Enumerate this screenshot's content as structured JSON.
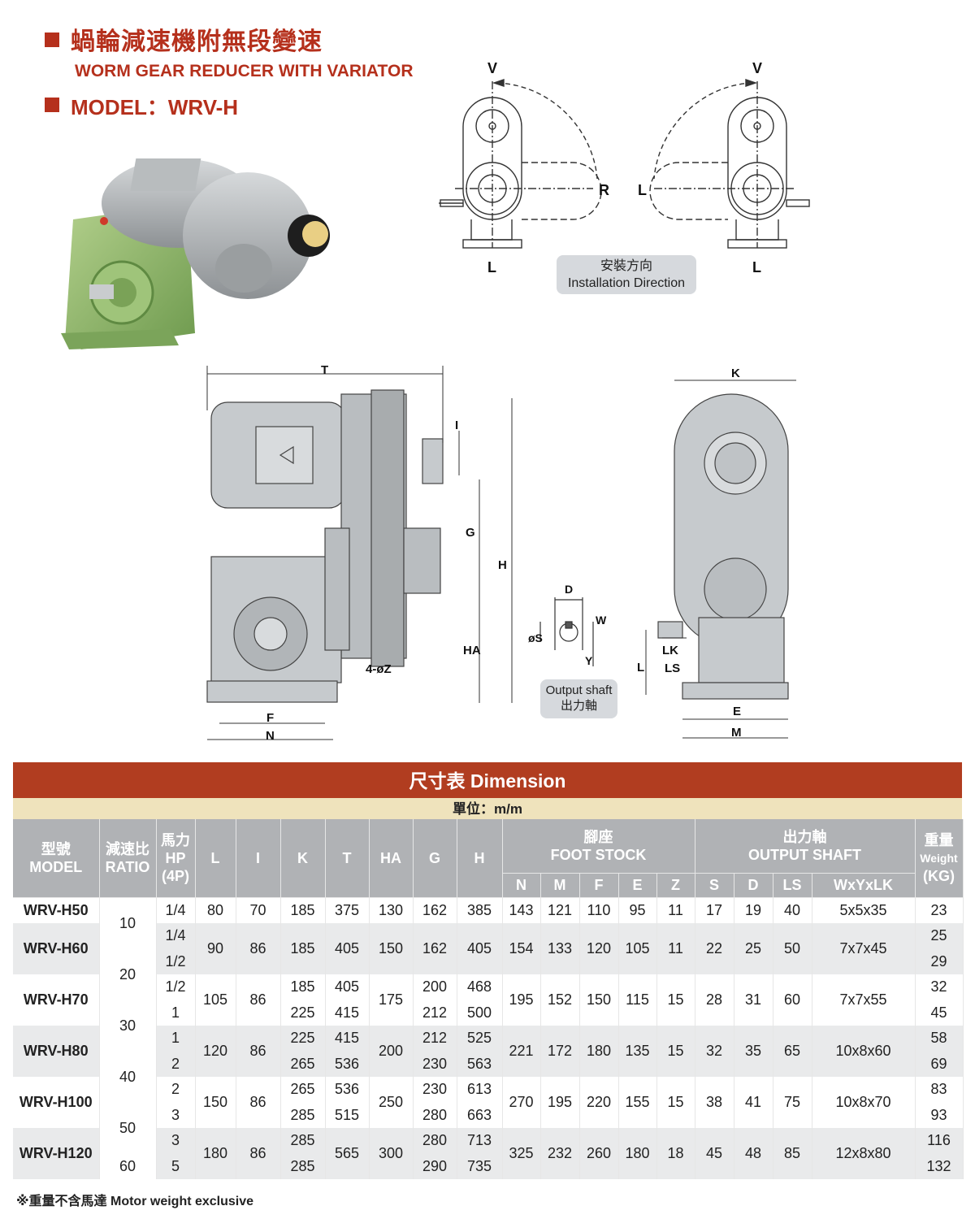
{
  "header": {
    "title_cn": "蝸輪減速機附無段變速",
    "title_en": "WORM GEAR REDUCER WITH VARIATOR",
    "model_label": "MODEL：WRV-H"
  },
  "installation": {
    "label_cn": "安裝方向",
    "label_en": "Installation Direction",
    "left": {
      "top": "V",
      "side": "R",
      "bottom": "L"
    },
    "right": {
      "top": "V",
      "side": "L",
      "bottom": "L"
    }
  },
  "side_view": {
    "labels": {
      "t": "T",
      "i": "I",
      "g": "G",
      "h": "H",
      "ha": "HA",
      "z": "4-øZ",
      "f": "F",
      "n": "N"
    }
  },
  "output_shaft": {
    "label_en": "Output shaft",
    "label_cn": "出力軸",
    "labels": {
      "d": "D",
      "w": "W",
      "s": "øS",
      "y": "Y"
    }
  },
  "front_view": {
    "labels": {
      "k": "K",
      "lk": "LK",
      "ls": "LS",
      "l": "L",
      "e": "E",
      "m": "M"
    }
  },
  "dimension": {
    "title": "尺寸表 Dimension",
    "unit": "單位：m/m",
    "headers": {
      "model_cn": "型號",
      "model_en": "MODEL",
      "ratio_cn": "減速比",
      "ratio_en": "RATIO",
      "hp_cn": "馬力",
      "hp_en": "HP",
      "hp_sub": "(4P)",
      "l": "L",
      "i": "I",
      "k": "K",
      "t": "T",
      "ha": "HA",
      "g": "G",
      "h": "H",
      "foot_cn": "腳座",
      "foot_en": "FOOT STOCK",
      "n": "N",
      "m": "M",
      "f": "F",
      "e": "E",
      "z": "Z",
      "shaft_cn": "出力軸",
      "shaft_en": "OUTPUT SHAFT",
      "s": "S",
      "d": "D",
      "ls": "LS",
      "wyl": "WxYxLK",
      "weight_cn": "重量",
      "weight_en": "Weight",
      "weight_unit": "(KG)"
    },
    "ratios": [
      "10",
      "20",
      "30",
      "40",
      "50",
      "60"
    ],
    "rows": [
      {
        "model": "WRV-H50",
        "hp": [
          "1/4"
        ],
        "l": "80",
        "i": "70",
        "k": [
          "185"
        ],
        "t": [
          "375"
        ],
        "ha": "130",
        "g": [
          "162"
        ],
        "h": [
          "385"
        ],
        "n": "143",
        "m": "121",
        "f": "110",
        "e": "95",
        "z": "11",
        "s": "17",
        "d": "19",
        "ls": "40",
        "wyl": "5x5x35",
        "wt": [
          "23"
        ]
      },
      {
        "model": "WRV-H60",
        "hp": [
          "1/4",
          "1/2"
        ],
        "l": "90",
        "i": "86",
        "k": [
          "185"
        ],
        "t": [
          "405"
        ],
        "ha": "150",
        "g": [
          "162"
        ],
        "h": [
          "405"
        ],
        "n": "154",
        "m": "133",
        "f": "120",
        "e": "105",
        "z": "11",
        "s": "22",
        "d": "25",
        "ls": "50",
        "wyl": "7x7x45",
        "wt": [
          "25",
          "29"
        ]
      },
      {
        "model": "WRV-H70",
        "hp": [
          "1/2",
          "1"
        ],
        "l": "105",
        "i": "86",
        "k": [
          "185",
          "225"
        ],
        "t": [
          "405",
          "415"
        ],
        "ha": "175",
        "g": [
          "200",
          "212"
        ],
        "h": [
          "468",
          "500"
        ],
        "n": "195",
        "m": "152",
        "f": "150",
        "e": "115",
        "z": "15",
        "s": "28",
        "d": "31",
        "ls": "60",
        "wyl": "7x7x55",
        "wt": [
          "32",
          "45"
        ]
      },
      {
        "model": "WRV-H80",
        "hp": [
          "1",
          "2"
        ],
        "l": "120",
        "i": "86",
        "k": [
          "225",
          "265"
        ],
        "t": [
          "415",
          "536"
        ],
        "ha": "200",
        "g": [
          "212",
          "230"
        ],
        "h": [
          "525",
          "563"
        ],
        "n": "221",
        "m": "172",
        "f": "180",
        "e": "135",
        "z": "15",
        "s": "32",
        "d": "35",
        "ls": "65",
        "wyl": "10x8x60",
        "wt": [
          "58",
          "69"
        ]
      },
      {
        "model": "WRV-H100",
        "hp": [
          "2",
          "3"
        ],
        "l": "150",
        "i": "86",
        "k": [
          "265",
          "285"
        ],
        "t": [
          "536",
          "515"
        ],
        "ha": "250",
        "g": [
          "230",
          "280"
        ],
        "h": [
          "613",
          "663"
        ],
        "n": "270",
        "m": "195",
        "f": "220",
        "e": "155",
        "z": "15",
        "s": "38",
        "d": "41",
        "ls": "75",
        "wyl": "10x8x70",
        "wt": [
          "83",
          "93"
        ]
      },
      {
        "model": "WRV-H120",
        "hp": [
          "3",
          "5"
        ],
        "l": "180",
        "i": "86",
        "k": [
          "285",
          "285"
        ],
        "t": [
          "565"
        ],
        "ha": "300",
        "g": [
          "280",
          "290"
        ],
        "h": [
          "713",
          "735"
        ],
        "n": "325",
        "m": "232",
        "f": "260",
        "e": "180",
        "z": "18",
        "s": "45",
        "d": "48",
        "ls": "85",
        "wyl": "12x8x80",
        "wt": [
          "116",
          "132"
        ]
      }
    ]
  },
  "note": "※重量不含馬達 Motor weight exclusive",
  "colors": {
    "brand_red": "#b5301c",
    "bar_red": "#b13d20",
    "unit_bar": "#efe3bc",
    "header_gray": "#b0b2b5",
    "stripe": "#e9eaeb",
    "motor_gray": "#a8acae",
    "reducer_green": "#8fb56a"
  }
}
